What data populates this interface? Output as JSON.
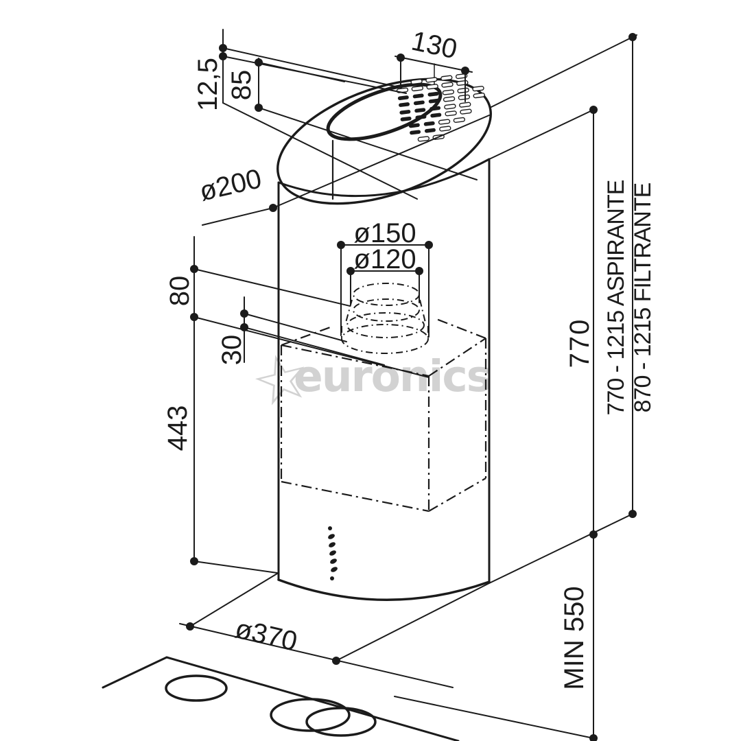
{
  "drawing": {
    "type": "technical-dimension-diagram",
    "subject": "cylindrical island cooker hood above hob"
  },
  "watermark": {
    "star": "☆",
    "text": "euronics",
    "color": "#d2d2d2"
  },
  "colors": {
    "line": "#1b1b1b",
    "background": "#ffffff"
  },
  "labels": {
    "inset_depth": "12,5",
    "ring_height": "85",
    "vent_opening_width": "130",
    "top_diameter": "ø200",
    "flange_diameter": "ø150",
    "duct_diameter": "ø120",
    "collar_height": "80",
    "collar_step_height": "30",
    "lower_body_height": "443",
    "body_diameter": "ø370",
    "body_height": "770",
    "min_hob_clearance": "MIN 550",
    "height_range_ducted": "770 - 1215 ASPIRANTE",
    "height_range_recirculating": "870 - 1215 FILTRANTE"
  }
}
